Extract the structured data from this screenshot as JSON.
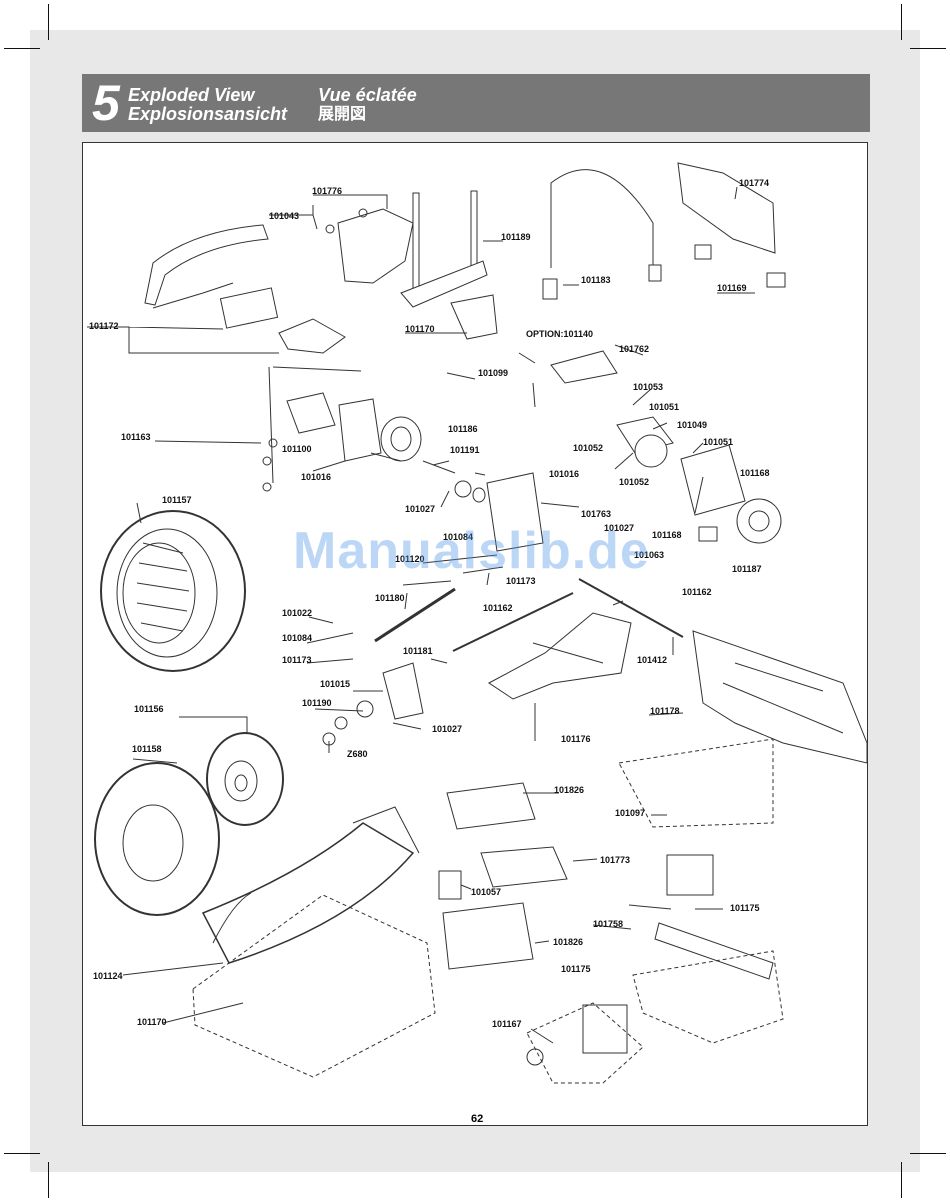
{
  "header": {
    "section_number": "5",
    "title_en": "Exploded View",
    "title_de": "Explosionsansicht",
    "title_fr": "Vue éclatée",
    "title_jp": "展開図"
  },
  "watermark": "Manualslib.de",
  "page_number": "62",
  "parts": {
    "p101776": "101776",
    "p101043": "101043",
    "p101189": "101189",
    "p101183": "101183",
    "p101774": "101774",
    "p101169": "101169",
    "p101172": "101172",
    "p101170_top": "101170",
    "option": "OPTION:101140",
    "p101762": "101762",
    "p101099": "101099",
    "p101053": "101053",
    "p101051_a": "101051",
    "p101049": "101049",
    "p101051_b": "101051",
    "p101052_a": "101052",
    "p101052_b": "101052",
    "p101168_a": "101168",
    "p101163": "101163",
    "p101100": "101100",
    "p101016_a": "101016",
    "p101186": "101186",
    "p101191": "101191",
    "p101016_b": "101016",
    "p101027_a": "101027",
    "p101763": "101763",
    "p101027_b": "101027",
    "p101168_b": "101168",
    "p101063": "101063",
    "p101187": "101187",
    "p101157": "101157",
    "p101084_a": "101084",
    "p101120": "101120",
    "p101173_a": "101173",
    "p101162_a": "101162",
    "p101180": "101180",
    "p101162_b": "101162",
    "p101022": "101022",
    "p101084_b": "101084",
    "p101173_b": "101173",
    "p101181": "101181",
    "p101412": "101412",
    "p101015": "101015",
    "p101190": "101190",
    "p101027_c": "101027",
    "pZ680": "Z680",
    "p101156": "101156",
    "p101178": "101178",
    "p101176": "101176",
    "p101158": "101158",
    "p101826_a": "101826",
    "p101097": "101097",
    "p101773": "101773",
    "p101057": "101057",
    "p101175_a": "101175",
    "p101758": "101758",
    "p101826_b": "101826",
    "p101124": "101124",
    "p101175_b": "101175",
    "p101170_bot": "101170",
    "p101167": "101167"
  }
}
